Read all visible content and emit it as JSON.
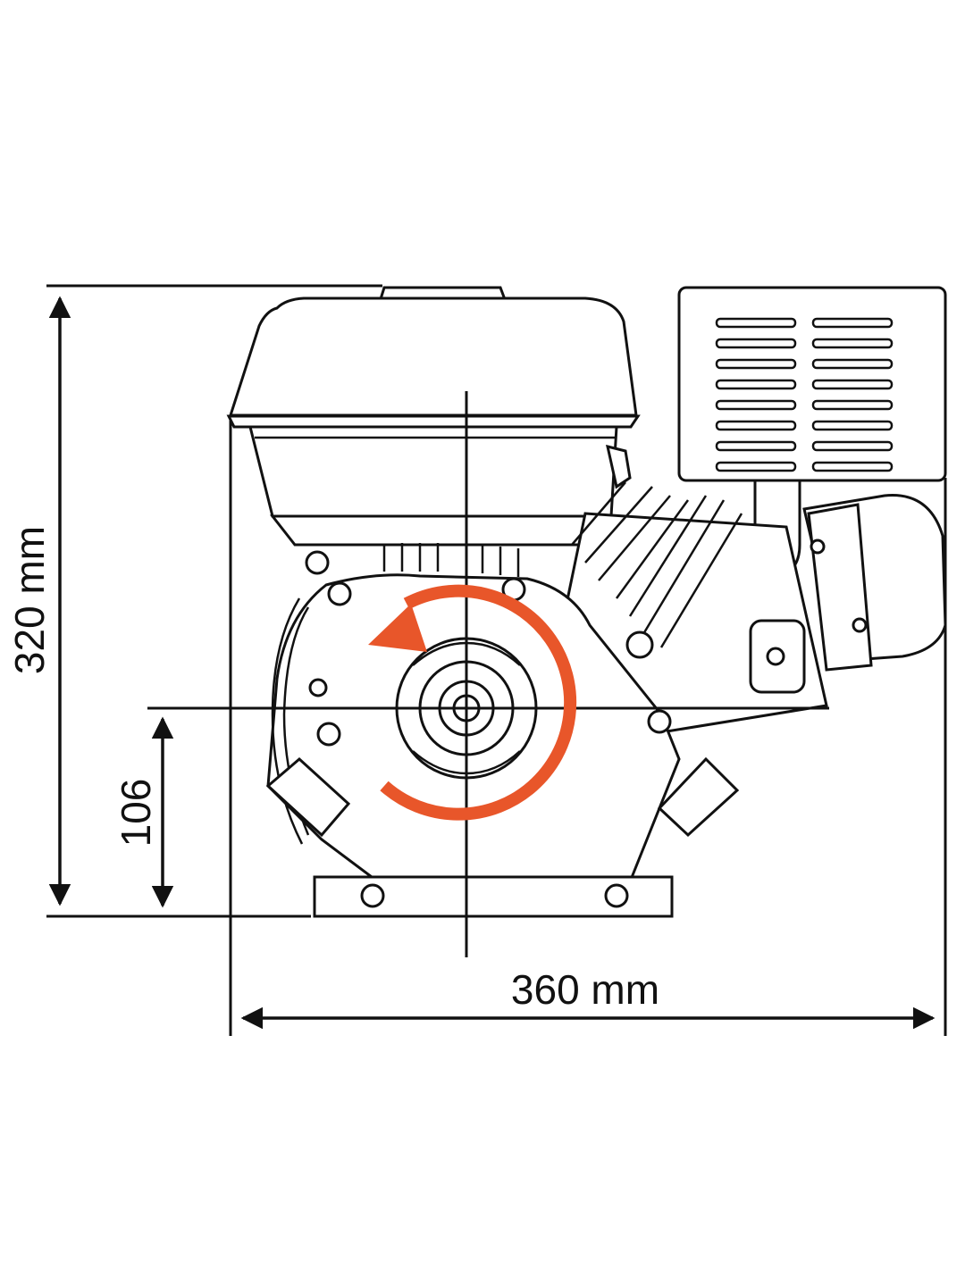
{
  "dimensions": {
    "overall_height": "320 mm",
    "shaft_height": "106",
    "overall_width": "360 mm"
  },
  "colors": {
    "rotation_arrow": "#e8562a",
    "line": "#111111"
  },
  "rotation_direction": "counter-clockwise"
}
